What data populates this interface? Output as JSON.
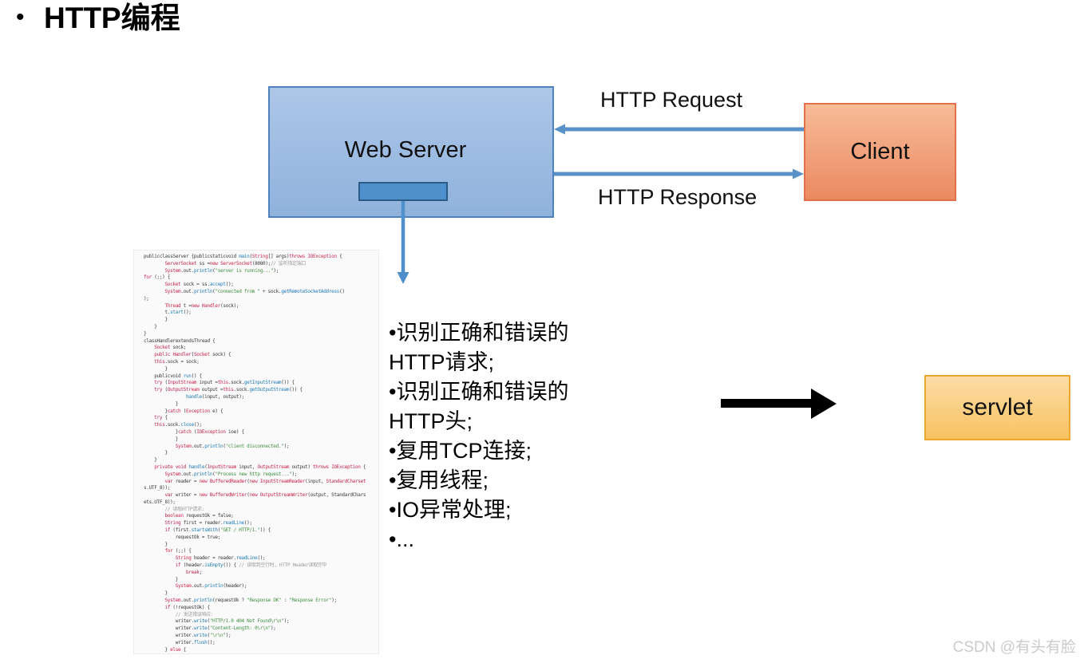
{
  "slide": {
    "bullet": "•",
    "title": "HTTP编程"
  },
  "diagram": {
    "web_server_label": "Web Server",
    "client_label": "Client",
    "request_label": "HTTP Request",
    "response_label": "HTTP Response",
    "servlet_label": "servlet",
    "colors": {
      "web_server_fill_top": "#adc7e8",
      "web_server_fill_bottom": "#8fb2dc",
      "web_server_border": "#4f81bd",
      "worker_box_fill": "#4e8fcc",
      "worker_box_border": "#2b5c87",
      "client_fill_top": "#f7bb97",
      "client_fill_bottom": "#eb8a62",
      "client_border": "#e2714a",
      "servlet_fill_top": "#fcdda6",
      "servlet_fill_bottom": "#f9c261",
      "servlet_border": "#eda72f",
      "arrow_blue": "#5b91c9",
      "arrow_black": "#000000"
    }
  },
  "requirements": {
    "bullet": "•",
    "items": [
      "识别正确和错误的HTTP请求;",
      "识别正确和错误的HTTP头;",
      "复用TCP连接;",
      "复用线程;",
      "IO异常处理;",
      "..."
    ]
  },
  "code": {
    "lines": [
      "publicclassServer {publicstaticvoid main(String[] args)throws IOException {",
      "        ServerSocket ss =new ServerSocket(8080);// 监听指定端口",
      "        System.out.println(\"server is running...\");",
      "for (;;) {",
      "        Socket sock = ss.accept();",
      "        System.out.println(\"connected from \" + sock.getRemoteSocketAddress()",
      ");",
      "        Thread t =new Handler(sock);",
      "        t.start();",
      "        }",
      "    }",
      "}",
      "classHandlerextendsThread {",
      "    Socket sock;",
      "    public Handler(Socket sock) {",
      "    this.sock = sock;",
      "        }",
      "    publicvoid run() {",
      "    try (InputStream input =this.sock.getInputStream()) {",
      "    try (OutputStream output =this.sock.getOutputStream()) {",
      "                handle(input, output);",
      "            }",
      "        }catch (Exception e) {",
      "    try {",
      "    this.sock.close();",
      "            }catch (IOException ioe) {",
      "            }",
      "            System.out.println(\"client disconnected.\");",
      "        }",
      "    }",
      "    private void handle(InputStream input, OutputStream output) throws IOException {",
      "        System.out.println(\"Process new http request...\");",
      "        var reader = new BufferedReader(new InputStreamReader(input, StandardCharset",
      "s.UTF_8));",
      "        var writer = new BufferedWriter(new OutputStreamWriter(output, StandardChars",
      "ets.UTF_8));",
      "        // 读取HTTP请求:",
      "        boolean requestOk = false;",
      "        String first = reader.readLine();",
      "        if (first.startsWith(\"GET / HTTP/1.\")) {",
      "            requestOk = true;",
      "        }",
      "        for (;;) {",
      "            String header = reader.readLine();",
      "            if (header.isEmpty()) { // 读取到空行时, HTTP Header读取完毕",
      "                break;",
      "            }",
      "            System.out.println(header);",
      "        }",
      "        System.out.println(requestOk ? \"Response OK\" : \"Response Error\");",
      "        if (!requestOk) {",
      "            // 发送错误响应:",
      "            writer.write(\"HTTP/1.0 404 Not Found\\r\\n\");",
      "            writer.write(\"Content-Length: 0\\r\\n\");",
      "            writer.write(\"\\r\\n\");",
      "            writer.flush();",
      "        } else {"
    ]
  },
  "watermark": "CSDN @有头有脸"
}
